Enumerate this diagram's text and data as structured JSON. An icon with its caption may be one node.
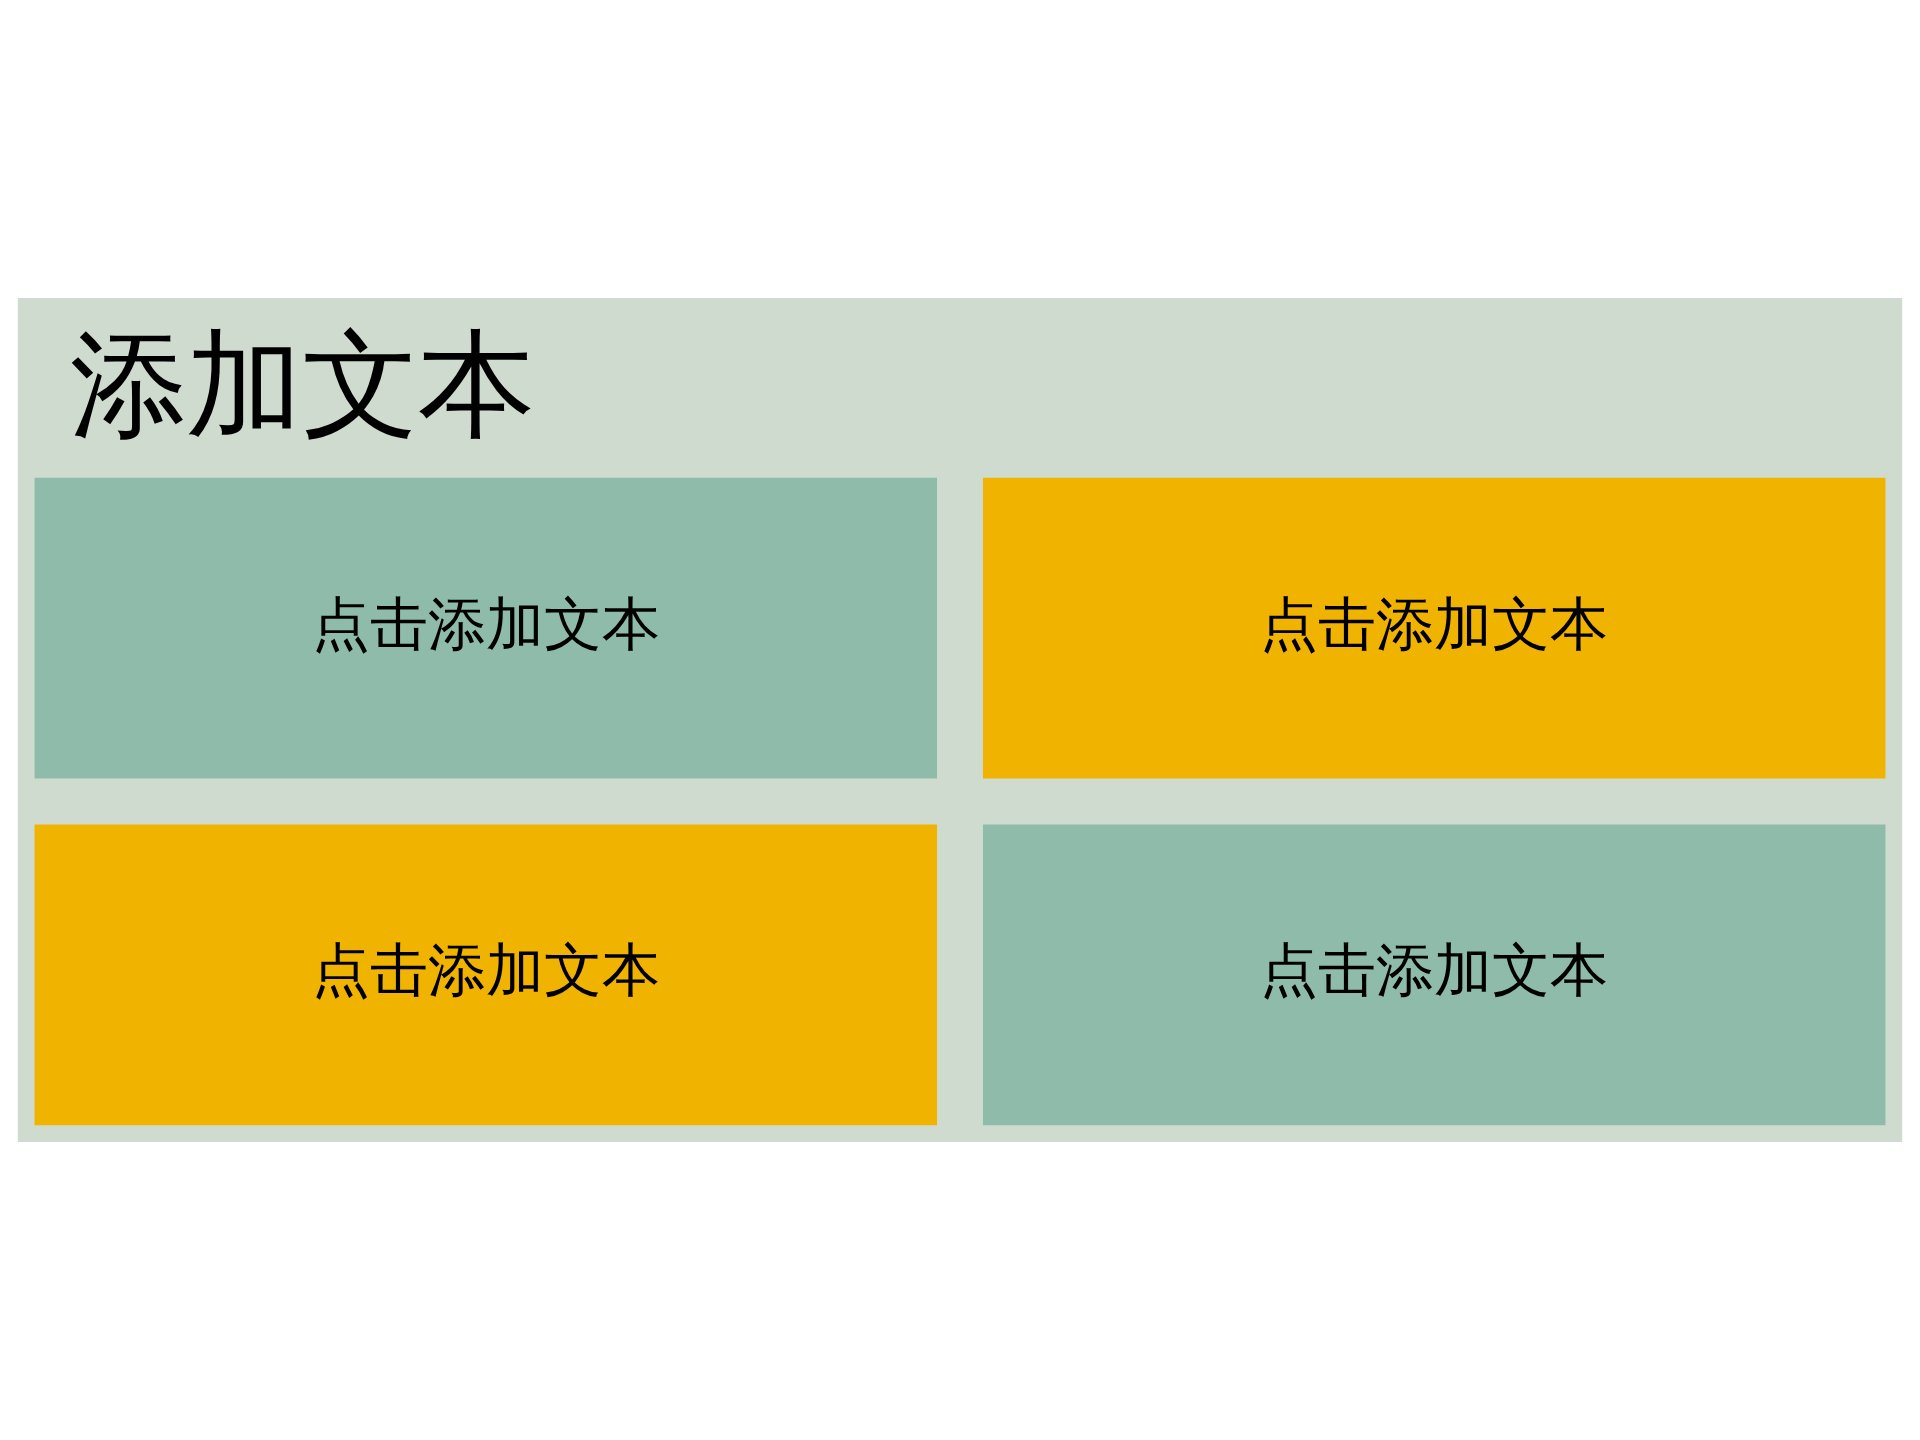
{
  "diagram": {
    "title": "添加文本",
    "nodes": [
      {
        "text": [
          "点击添加文本"
        ]
      },
      {
        "text": [
          "点击添加文本"
        ]
      },
      {
        "text": [
          "点击添加文本"
        ]
      },
      {
        "text": [
          "点击添加文本"
        ]
      }
    ],
    "edges": []
  }
}
